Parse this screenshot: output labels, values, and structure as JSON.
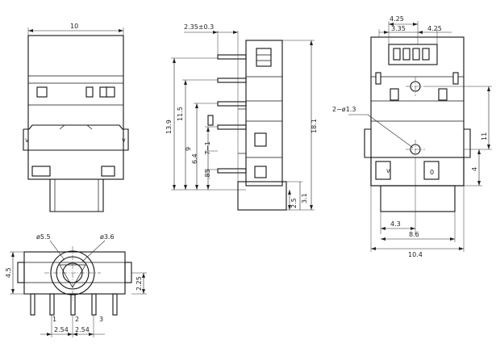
{
  "dimensions": {
    "front_width": "10",
    "side_offset": "2.35±0.3",
    "side_h_13_9": "13.9",
    "side_h_11_5": "11.5",
    "side_h_9": "9",
    "side_h_6_4": "6.4",
    "side_h_7_1": "7−1",
    "side_h_85": ".85",
    "side_total_18_1": "18.1",
    "side_h_2_5": "2.5",
    "side_h_3_1": "3.1",
    "right_top_4_25a": "4.25",
    "right_top_3_35": "3.35",
    "right_top_4_25b": "4.25",
    "right_hole_note": "2−ø1.3",
    "right_h_11": "11",
    "right_h_4": "4",
    "right_w_4_3": "4.3",
    "right_w_8_6": "8.6",
    "right_w_10_4": "10.4",
    "bottom_dia_5_5": "ø5.5",
    "bottom_dia_3_6": "ø3.6",
    "bottom_h_4_5": "4.5",
    "bottom_h_2_25": "2.25",
    "bottom_pitch_a": "2.54",
    "bottom_pitch_b": "2.54"
  },
  "pins": [
    "1",
    "2",
    "3"
  ]
}
